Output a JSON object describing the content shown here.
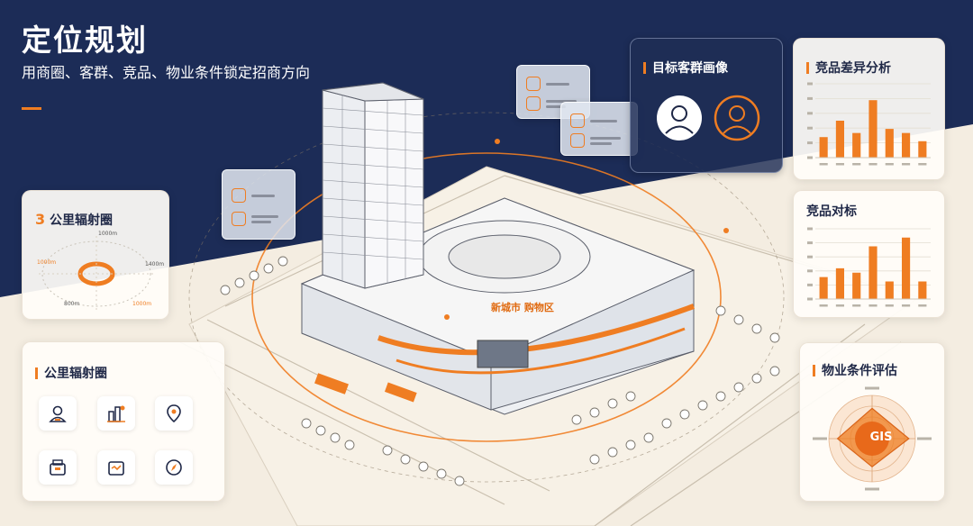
{
  "page": {
    "title": "定位规划",
    "subtitle": "用商圈、客群、竞品、物业条件锁定招商方向"
  },
  "colors": {
    "navy": "#1c2c57",
    "cream": "#f4ede1",
    "accent": "#ef7d22",
    "ink": "#1e2746"
  },
  "radius_card": {
    "title_number": "3",
    "title_text": "公里辐射圈",
    "labels": [
      "1000m",
      "1000m",
      "1400m",
      "800m",
      "1000m"
    ]
  },
  "radius_grid_card": {
    "title": "公里辐射圈",
    "icons": [
      "person-icon",
      "city-icon",
      "location-pin-icon",
      "store-icon",
      "shopping-bag-icon",
      "compass-icon"
    ]
  },
  "audience_card": {
    "title": "目标客群画像",
    "icons": [
      "user-avatar-icon",
      "user-avatar-orange-icon"
    ]
  },
  "diff_card": {
    "title": "竞品差异分析"
  },
  "bench_card": {
    "title": "竞品对标"
  },
  "property_card": {
    "title": "物业条件评估",
    "center_label": "GIS"
  },
  "mall": {
    "sign_text": "新城市 购物区"
  },
  "chart_data": [
    {
      "type": "bar",
      "title": "竞品差异分析",
      "values": [
        2.5,
        4.5,
        3.0,
        7.0,
        3.5,
        3.0,
        2.0
      ],
      "ylim": [
        0,
        9
      ]
    },
    {
      "type": "bar",
      "title": "竞品对标",
      "values": [
        2.5,
        3.5,
        3.0,
        6.0,
        2.0,
        7.0,
        2.0
      ],
      "ylim": [
        0,
        8
      ]
    },
    {
      "type": "radar",
      "title": "物业条件评估",
      "axes": 4,
      "values": [
        0.7,
        0.85,
        0.65,
        0.8
      ],
      "rlim": [
        0,
        1
      ]
    }
  ]
}
